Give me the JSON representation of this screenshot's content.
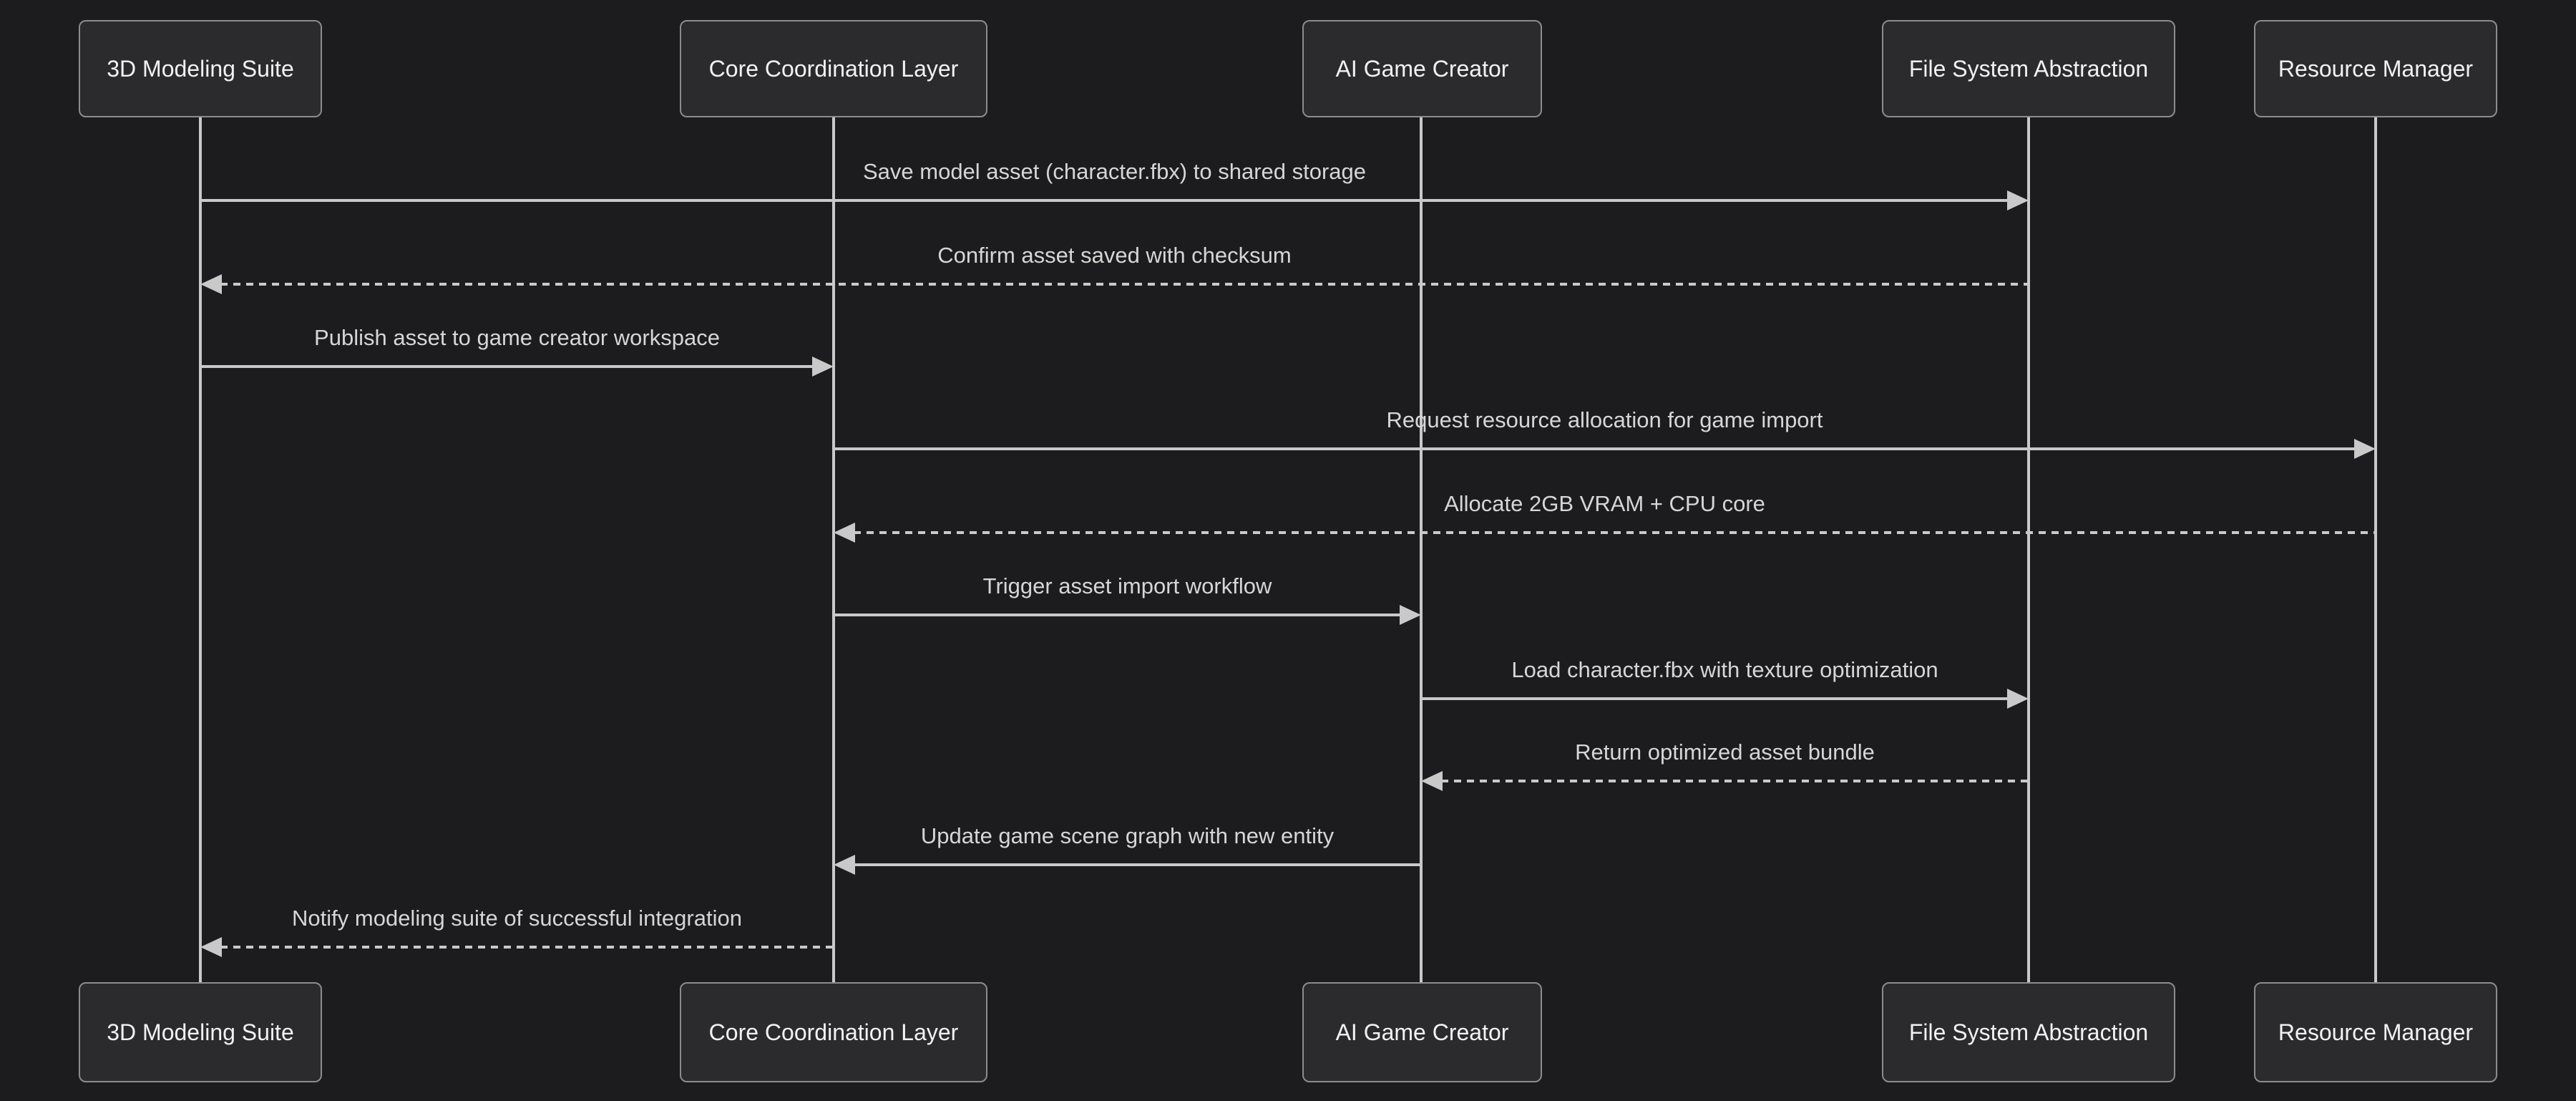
{
  "diagram": {
    "type": "sequence",
    "actors": [
      {
        "name": "3D Modeling Suite"
      },
      {
        "name": "Core Coordination Layer"
      },
      {
        "name": "AI Game Creator"
      },
      {
        "name": "File System Abstraction"
      },
      {
        "name": "Resource Manager"
      }
    ],
    "messages": [
      {
        "text": "Save model asset (character.fbx) to shared storage",
        "from": "3D Modeling Suite",
        "to": "File System Abstraction",
        "line": "solid",
        "direction": "right"
      },
      {
        "text": "Confirm asset saved with checksum",
        "from": "File System Abstraction",
        "to": "3D Modeling Suite",
        "line": "dashed",
        "direction": "left"
      },
      {
        "text": "Publish asset to game creator workspace",
        "from": "3D Modeling Suite",
        "to": "Core Coordination Layer",
        "line": "solid",
        "direction": "right"
      },
      {
        "text": "Request resource allocation for game import",
        "from": "Core Coordination Layer",
        "to": "Resource Manager",
        "line": "solid",
        "direction": "right"
      },
      {
        "text": "Allocate 2GB VRAM + CPU core",
        "from": "Resource Manager",
        "to": "Core Coordination Layer",
        "line": "dashed",
        "direction": "left"
      },
      {
        "text": "Trigger asset import workflow",
        "from": "Core Coordination Layer",
        "to": "AI Game Creator",
        "line": "solid",
        "direction": "right"
      },
      {
        "text": "Load character.fbx with texture optimization",
        "from": "AI Game Creator",
        "to": "File System Abstraction",
        "line": "solid",
        "direction": "right"
      },
      {
        "text": "Return optimized asset bundle",
        "from": "File System Abstraction",
        "to": "AI Game Creator",
        "line": "dashed",
        "direction": "left"
      },
      {
        "text": "Update game scene graph with new entity",
        "from": "AI Game Creator",
        "to": "Core Coordination Layer",
        "line": "solid",
        "direction": "left"
      },
      {
        "text": "Notify modeling suite of successful integration",
        "from": "Core Coordination Layer",
        "to": "3D Modeling Suite",
        "line": "dashed",
        "direction": "left"
      }
    ],
    "colors": {
      "background": "#1c1c1e",
      "actor_fill": "#2b2b2d",
      "actor_border": "#8c8c8a",
      "actor_text": "#f2f2f2",
      "signal_line": "#c9c9c9",
      "message_text": "#d6d6d6"
    }
  }
}
